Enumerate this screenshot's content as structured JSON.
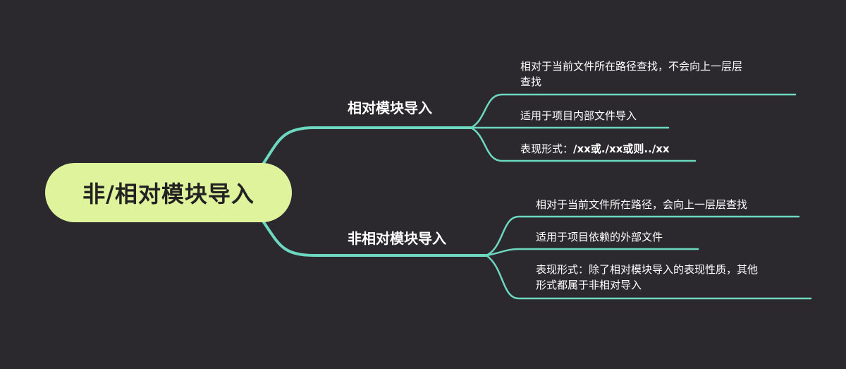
{
  "mindmap": {
    "root": "非/相对模块导入",
    "branches": [
      {
        "label": "相对模块导入",
        "leaves": [
          {
            "line1": "相对于当前文件所在路径查找，不会向上一层层",
            "line2": "查找"
          },
          {
            "text": "适用于项目内部文件导入"
          },
          {
            "prefix": "表现形式：",
            "value": "/xx或./xx或则../xx"
          }
        ]
      },
      {
        "label": "非相对模块导入",
        "leaves": [
          {
            "text": "相对于当前文件所在路径，会向上一层层查找"
          },
          {
            "text": "适用于项目依赖的外部文件"
          },
          {
            "line1": "表现形式：除了相对模块导入的表现性质，其他",
            "line2": "形式都属于非相对导入"
          }
        ]
      }
    ],
    "colors": {
      "background": "#2b292e",
      "root_fill": "#dff39d",
      "connector": "#6dd8c0",
      "text": "#ffffff"
    }
  }
}
